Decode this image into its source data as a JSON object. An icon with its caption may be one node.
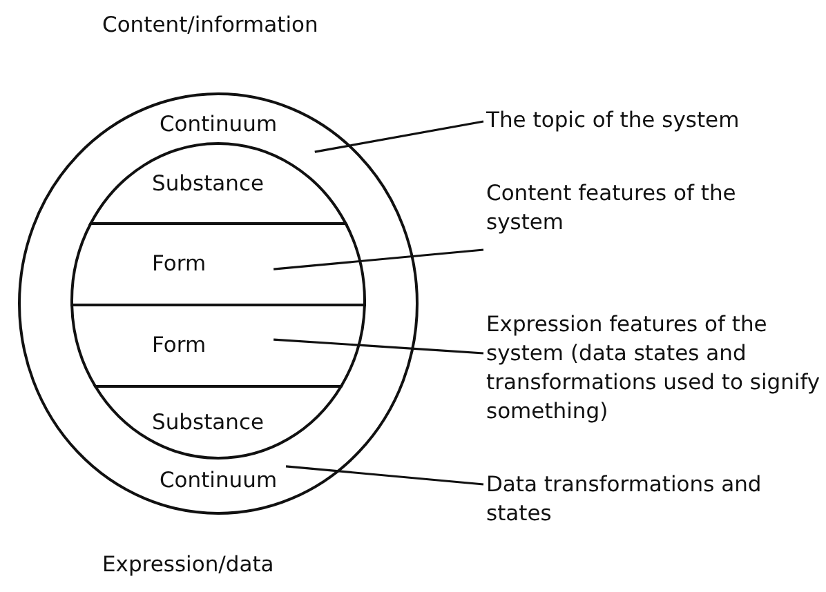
{
  "diagram": {
    "nodes": [
      {
        "text": [
          "Continuum",
          "Continuum"
        ]
      },
      {
        "text": [
          "Substance"
        ],
        "in": 0
      },
      {
        "text": [
          "Form"
        ],
        "in": 0
      },
      {
        "text": [
          "Form"
        ],
        "in": 0
      },
      {
        "text": [
          "Substance"
        ],
        "in": 0
      },
      {
        "text": [
          "The topic of the system"
        ]
      },
      {
        "text": [
          "Content features of the system"
        ]
      },
      {
        "text": [
          "Expression features of the system (data states and transformations used to signify something)"
        ]
      },
      {
        "text": [
          "Data transformations and states"
        ]
      }
    ],
    "edges": [
      {
        "from": 5,
        "to": 0,
        "arrow": "none"
      },
      {
        "from": 6,
        "to": 2,
        "arrow": "none"
      },
      {
        "from": 7,
        "to": 3,
        "arrow": "none"
      },
      {
        "from": 8,
        "to": 0,
        "arrow": "none"
      }
    ],
    "labels": [
      "Content/information",
      "Expression/data"
    ]
  }
}
